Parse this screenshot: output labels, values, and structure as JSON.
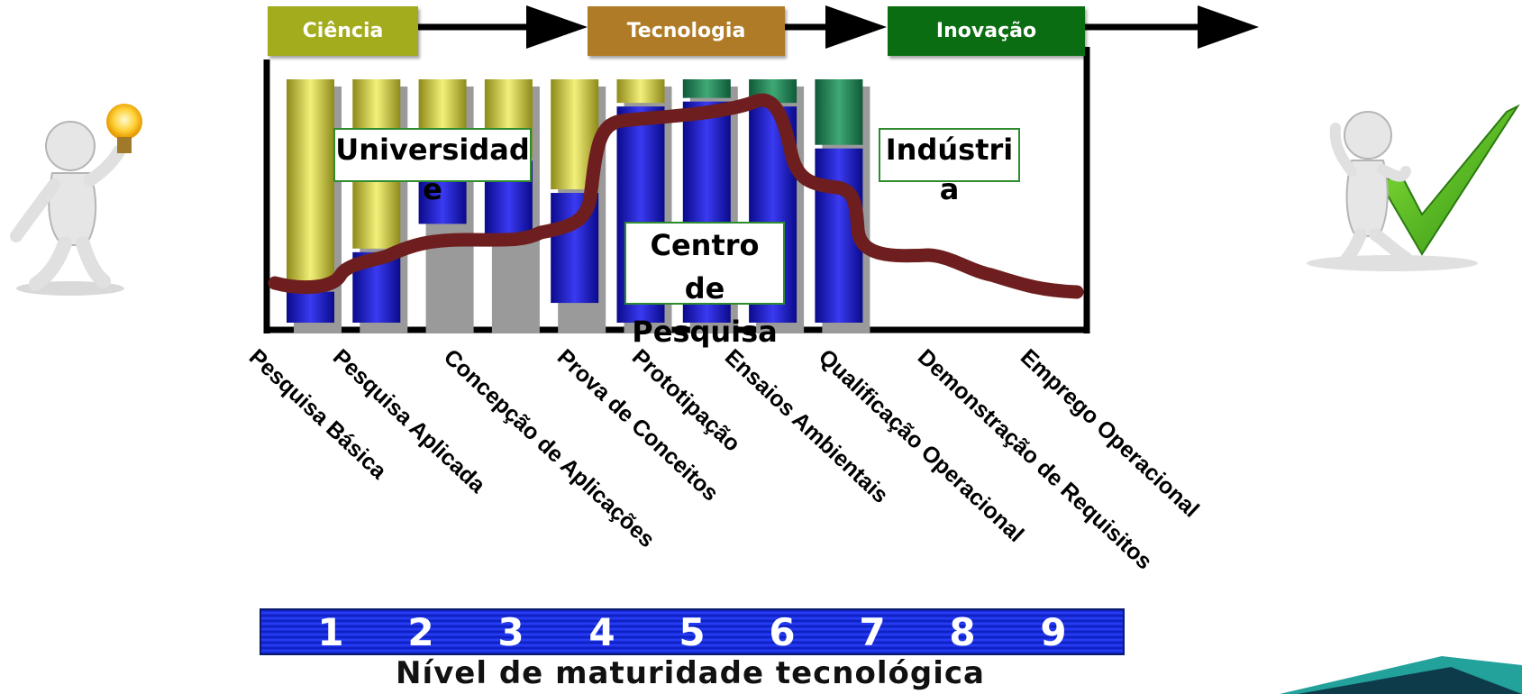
{
  "phases": [
    "Ciência",
    "Tecnologia",
    "Inovação"
  ],
  "phase_colors": [
    "#a2ac1c",
    "#b07b26",
    "#0b6d12"
  ],
  "actors": {
    "university": "Universidade",
    "research_center": "Centro de Pesquisa",
    "industry": "Indústria"
  },
  "steps": [
    "Pesquisa Básica",
    "Pesquisa  Aplicada",
    "Concepção de Aplicações",
    "Prova de Conceitos",
    "Prototipação",
    "Ensaios Ambientais",
    "Qualificação Operacional",
    "Demonstração de Requisitos",
    "Emprego Operacional"
  ],
  "scale_numbers": [
    "1",
    "2",
    "3",
    "4",
    "5",
    "6",
    "7",
    "8",
    "9"
  ],
  "scale_caption": "Nível de maturidade tecnológica",
  "chart_data": {
    "type": "bar",
    "stacked_share": {
      "university": [
        0.86,
        0.7,
        0.3,
        0.33,
        0.46,
        0.11,
        0.0,
        0.0,
        0.0
      ],
      "research_center": [
        0.14,
        0.3,
        0.3,
        0.33,
        0.46,
        0.89,
        0.91,
        0.89,
        0.72
      ],
      "industry": [
        0.0,
        0.0,
        0.0,
        0.0,
        0.0,
        0.0,
        0.09,
        0.11,
        0.28
      ]
    }
  },
  "icons": [
    "person-with-lightbulb-icon",
    "person-with-checkmark-icon"
  ]
}
